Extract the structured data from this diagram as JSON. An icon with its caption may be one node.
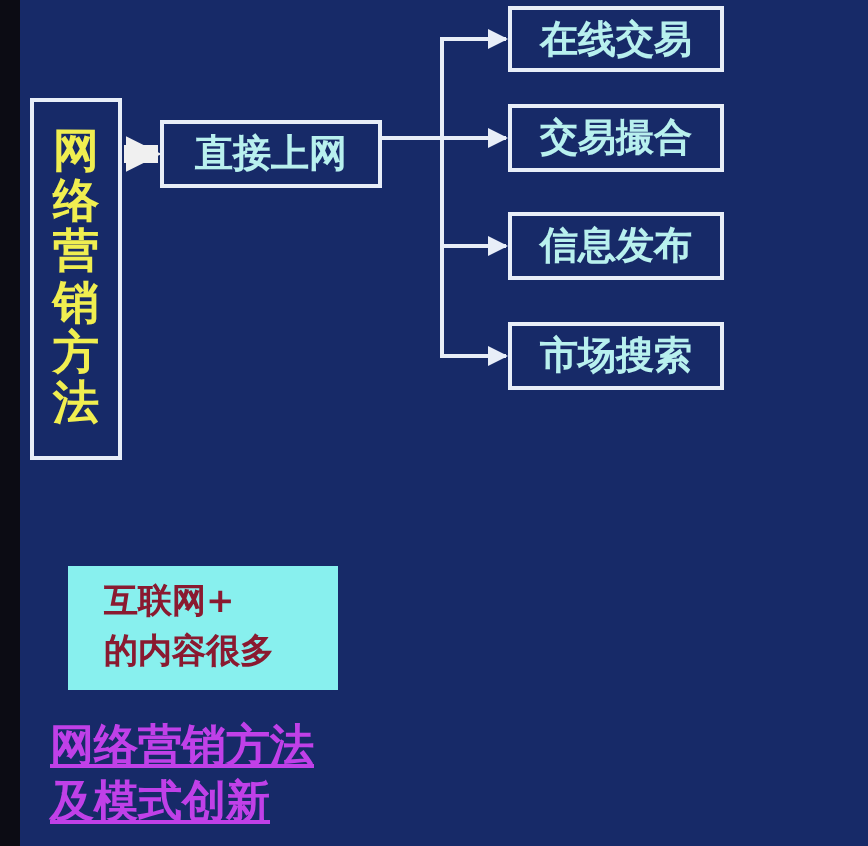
{
  "diagram": {
    "nodes": [
      {
        "text": [
          "网络营销方法"
        ]
      },
      {
        "text": [
          "直接上网"
        ]
      },
      {
        "text": [
          "在线交易"
        ]
      },
      {
        "text": [
          "交易撮合"
        ]
      },
      {
        "text": [
          "信息发布"
        ]
      },
      {
        "text": [
          "市场搜索"
        ]
      },
      {
        "text": [
          "互联网+ 的内容很多"
        ]
      }
    ],
    "edges": [
      {
        "from": 0,
        "to": 1,
        "arrow": "to",
        "style": "thick"
      },
      {
        "from": 1,
        "to": 2,
        "arrow": "to"
      },
      {
        "from": 1,
        "to": 3,
        "arrow": "to"
      },
      {
        "from": 1,
        "to": 4,
        "arrow": "to"
      },
      {
        "from": 1,
        "to": 5,
        "arrow": "to"
      }
    ],
    "labels": [
      "网络营销方法及模式创新"
    ]
  }
}
